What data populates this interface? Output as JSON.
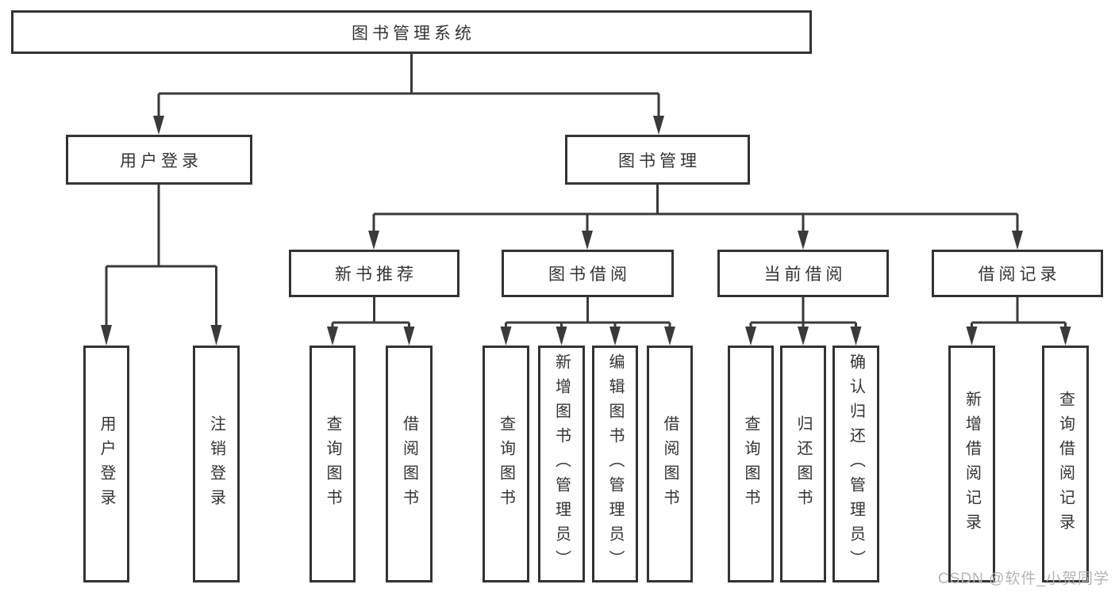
{
  "tree": {
    "label": "图书管理系统",
    "children": [
      {
        "label": "用户登录",
        "children": [
          {
            "label": "用户登录"
          },
          {
            "label": "注销登录"
          }
        ]
      },
      {
        "label": "图书管理",
        "children": [
          {
            "label": "新书推荐",
            "children": [
              {
                "label": "查询图书"
              },
              {
                "label": "借阅图书"
              }
            ]
          },
          {
            "label": "图书借阅",
            "children": [
              {
                "label": "查询图书"
              },
              {
                "label": "新增图书（管理员）"
              },
              {
                "label": "编辑图书（管理员）"
              },
              {
                "label": "借阅图书"
              }
            ]
          },
          {
            "label": "当前借阅",
            "children": [
              {
                "label": "查询图书"
              },
              {
                "label": "归还图书"
              },
              {
                "label": "确认归还（管理员）"
              }
            ]
          },
          {
            "label": "借阅记录",
            "children": [
              {
                "label": "新增借阅记录"
              },
              {
                "label": "查询借阅记录"
              }
            ]
          }
        ]
      }
    ]
  },
  "watermark": {
    "text": "CSDN @软件_小贺同学"
  },
  "colors": {
    "line": "#3a3a3a",
    "border": "#333333",
    "text": "#333333",
    "watermark": "#b4b4b4",
    "background": "#ffffff"
  }
}
